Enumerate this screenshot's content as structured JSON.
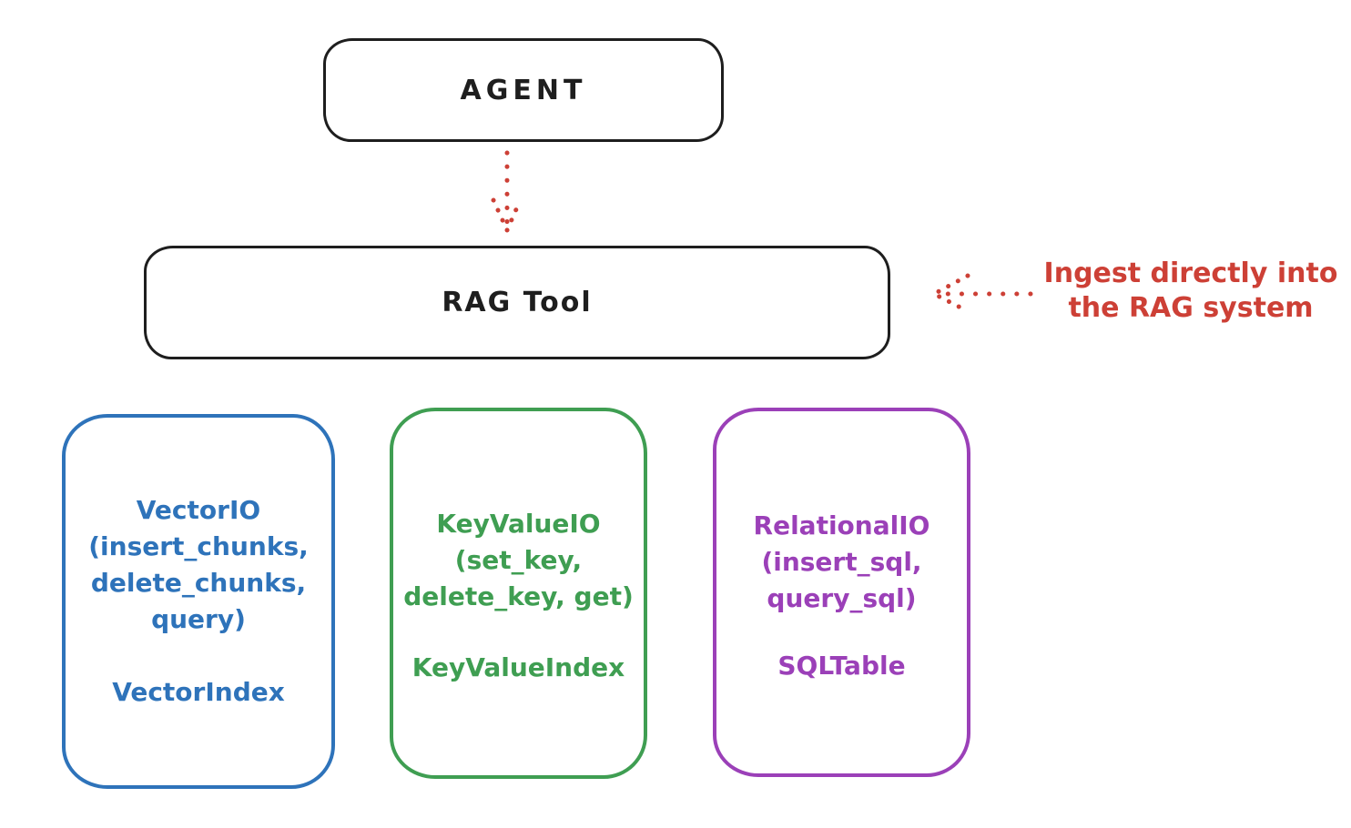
{
  "diagram": {
    "background_color": "#ffffff",
    "ink_color": "#1e1e1e",
    "arrow_color": "#cd4036",
    "agent": {
      "label": "AGENT"
    },
    "rag_tool": {
      "label": "RAG Tool"
    },
    "annotation": {
      "line1": "Ingest directly into",
      "line2": "the RAG system",
      "color": "#cd4036"
    },
    "storage_nodes": [
      {
        "id": "vector-io",
        "color": "#2e73ba",
        "lines": [
          "VectorIO",
          "(insert_chunks,",
          "delete_chunks,",
          "query)"
        ],
        "index_label": "VectorIndex"
      },
      {
        "id": "key-value-io",
        "color": "#3f9e52",
        "lines": [
          "KeyValueIO",
          "(set_key,",
          "delete_key, get)"
        ],
        "index_label": "KeyValueIndex"
      },
      {
        "id": "relational-io",
        "color": "#9b40b8",
        "lines": [
          "RelationalIO",
          "(insert_sql,",
          "query_sql)"
        ],
        "index_label": "SQLTable"
      }
    ]
  }
}
